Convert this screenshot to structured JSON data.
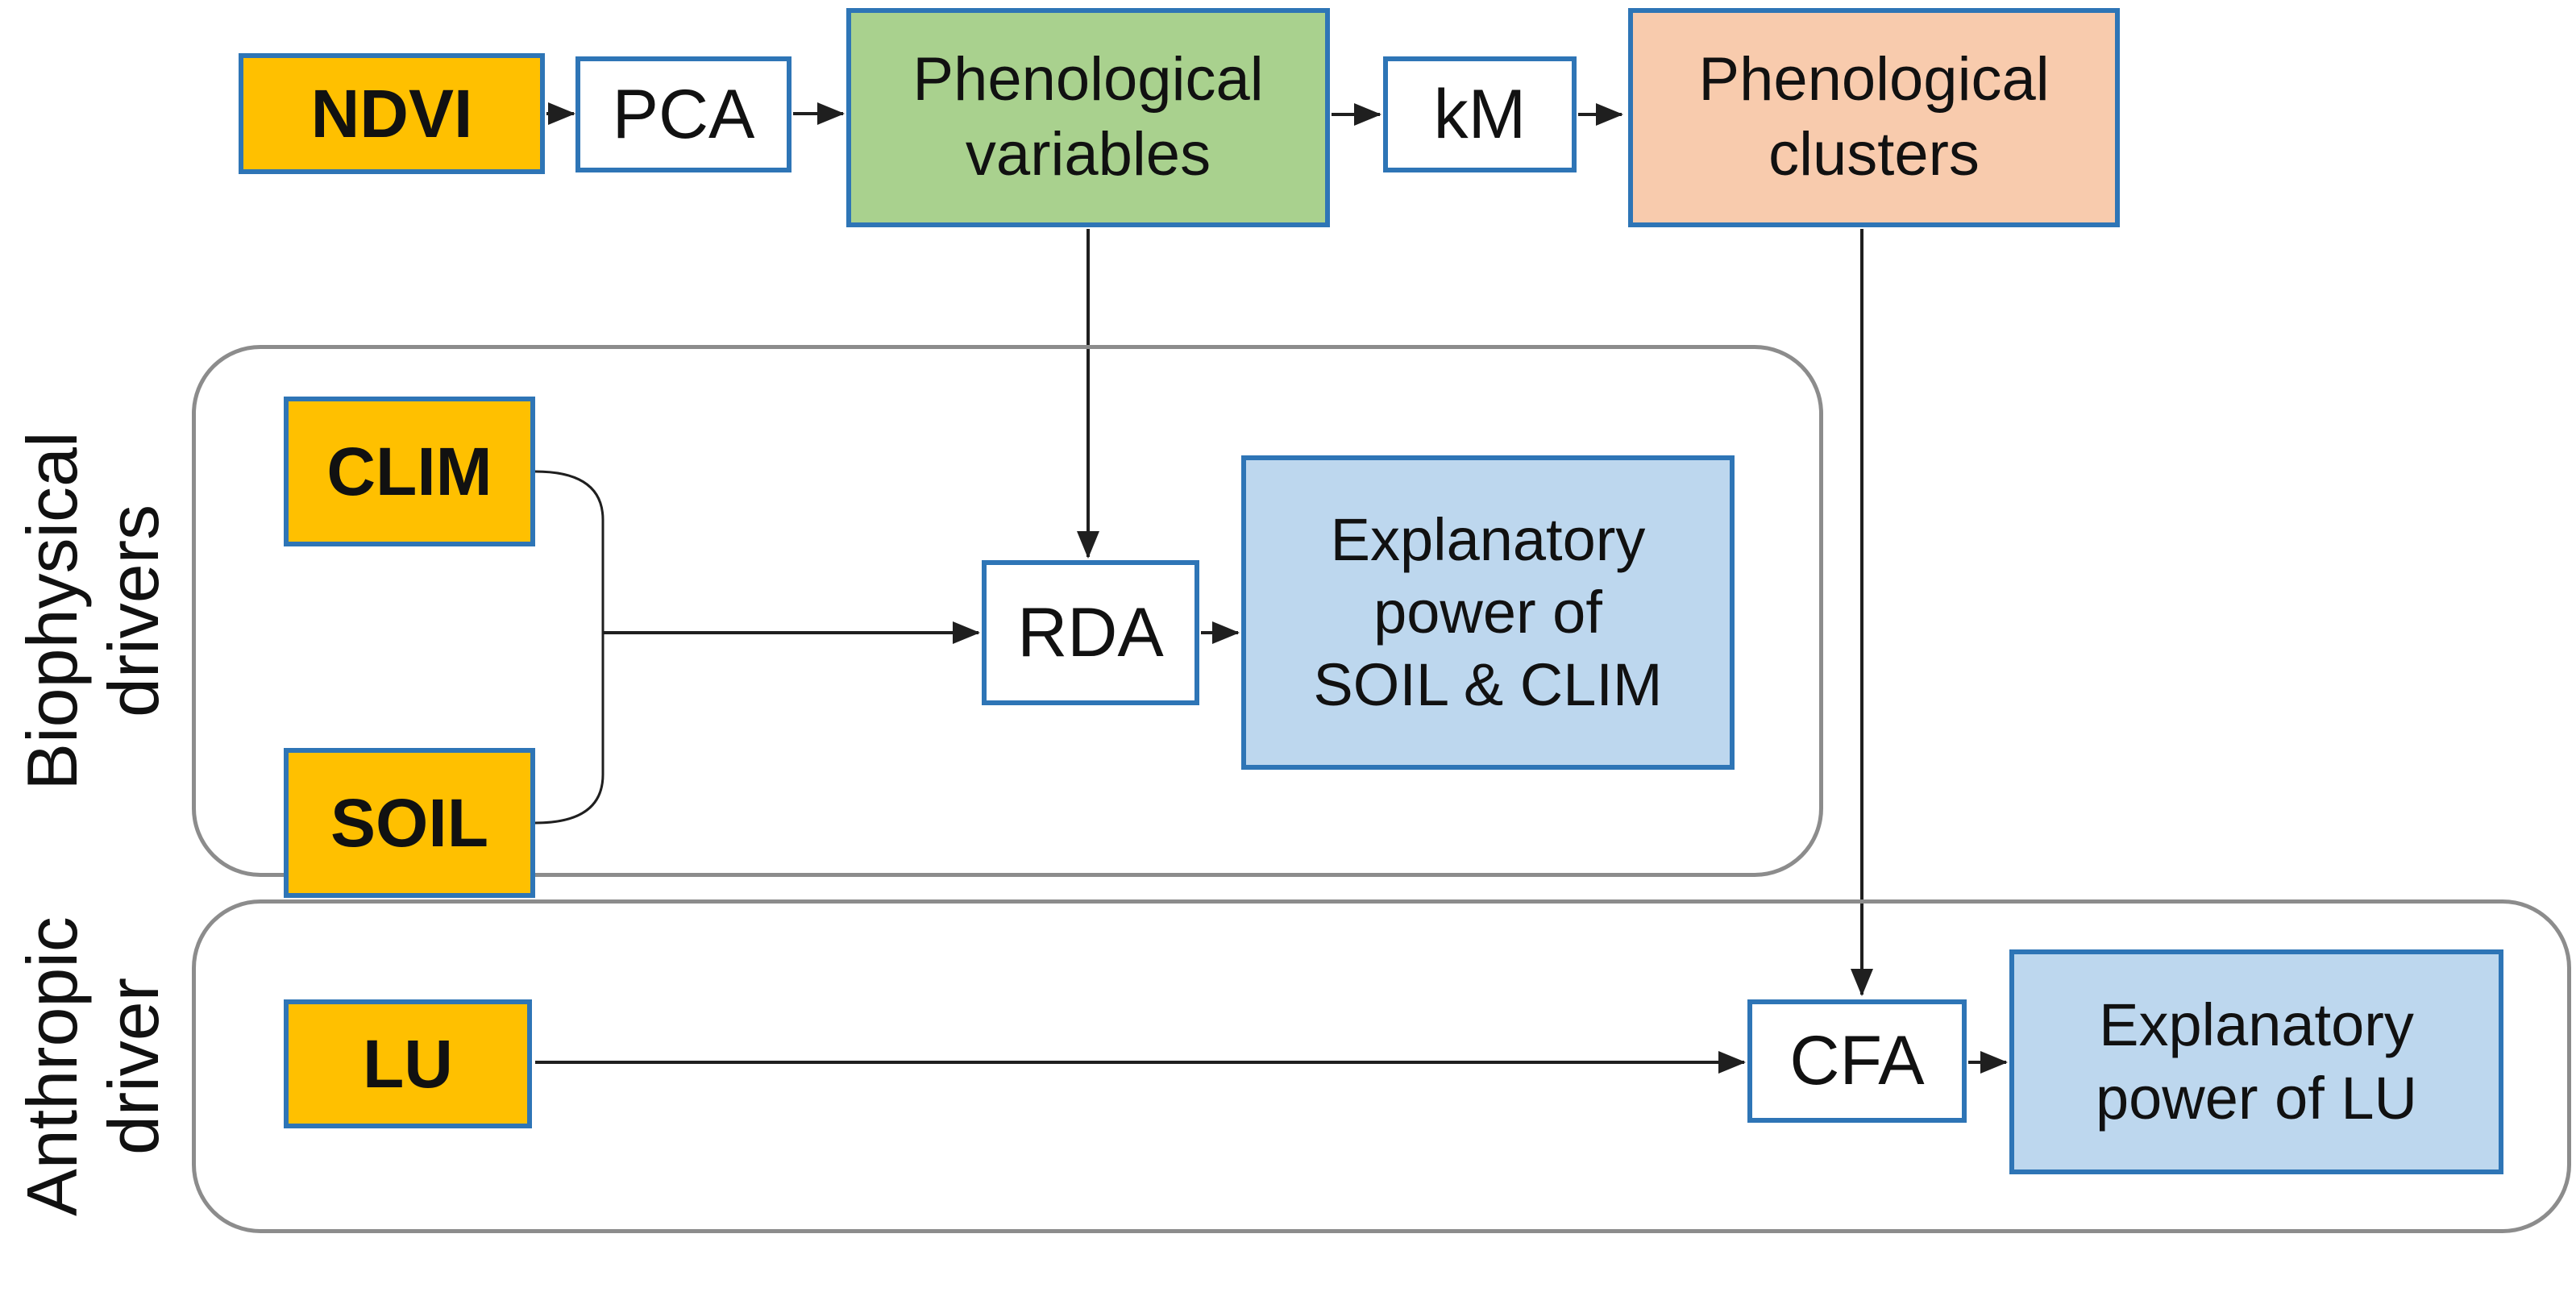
{
  "flowchart": {
    "nodes": {
      "ndvi": {
        "label": "NDVI"
      },
      "pca": {
        "label": "PCA"
      },
      "phen_vars": {
        "line1": "Phenological",
        "line2": "variables"
      },
      "km": {
        "label": "kM"
      },
      "phen_clusters": {
        "line1": "Phenological",
        "line2": "clusters"
      },
      "clim": {
        "label": "CLIM"
      },
      "soil": {
        "label": "SOIL"
      },
      "rda": {
        "label": "RDA"
      },
      "bio_output": {
        "line1": "Explanatory",
        "line2": "power of",
        "line3": "SOIL & CLIM"
      },
      "lu": {
        "label": "LU"
      },
      "cfa": {
        "label": "CFA"
      },
      "ant_output": {
        "line1": "Explanatory",
        "line2": "power of LU"
      }
    },
    "groups": {
      "biophysical": {
        "line1": "Biophysical",
        "line2": "drivers"
      },
      "anthropic": {
        "line1": "Anthropic",
        "line2": "driver"
      }
    },
    "colors": {
      "driver_fill": "#FFC000",
      "process_fill": "#FFFFFF",
      "variables_fill": "#A9D18E",
      "clusters_fill": "#F8CBAD",
      "output_fill": "#BDD7EE",
      "node_border": "#2E75B6",
      "group_border": "#8C8C8C",
      "connector": "#1F1F1F"
    }
  }
}
